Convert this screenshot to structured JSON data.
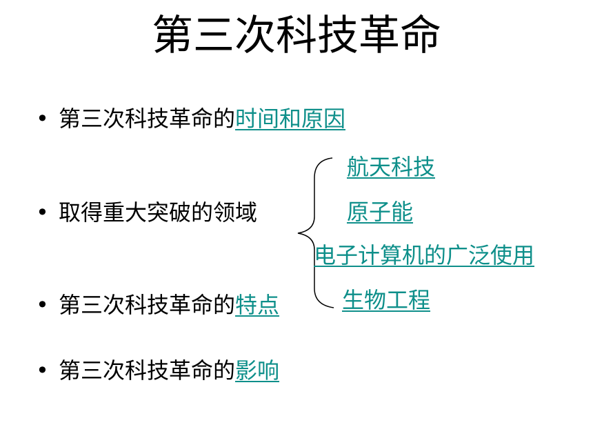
{
  "title": "第三次科技革命",
  "bullet_char": "•",
  "bullets": [
    {
      "prefix": "第三次科技革命的",
      "link": "时间和原因"
    },
    {
      "prefix": "取得重大突破的领域",
      "link": ""
    },
    {
      "prefix": "第三次科技革命的",
      "link": "特点"
    },
    {
      "prefix": "第三次科技革命的",
      "link": "影响"
    }
  ],
  "fields": [
    "航天科技",
    "原子能",
    "电子计算机的广泛使用",
    "生物工程"
  ],
  "colors": {
    "link": "#0E8F8A",
    "text": "#000000",
    "background": "#ffffff"
  }
}
